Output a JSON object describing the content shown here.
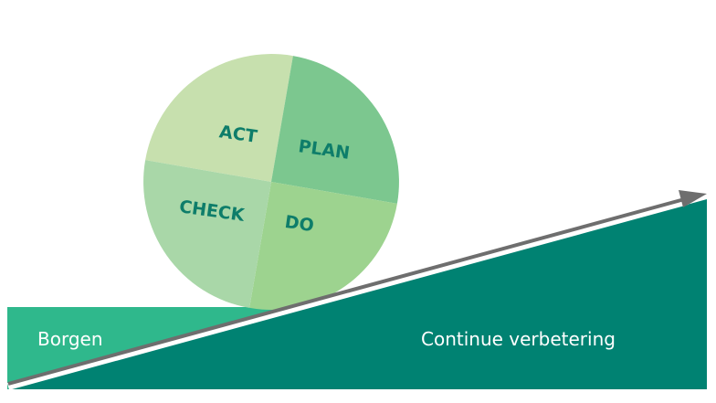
{
  "colors": {
    "act": "#c7e0ae",
    "plan": "#7cc78f",
    "check": "#a9d7a8",
    "do": "#9dd38f",
    "label_text": "#0e7d6a",
    "borgen_block": "#2fb88c",
    "ramp": "#008272",
    "arrow": "#6e6e6e"
  },
  "cycle": {
    "act": "ACT",
    "plan": "PLAN",
    "check": "CHECK",
    "do": "DO"
  },
  "base": {
    "borgen": "Borgen",
    "continuous_improvement": "Continue verbetering"
  }
}
